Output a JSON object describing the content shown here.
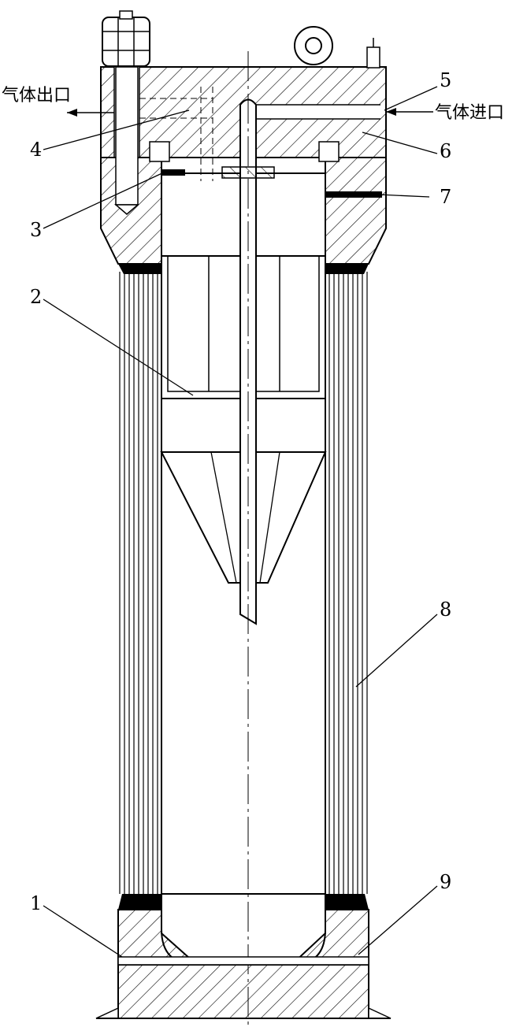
{
  "diagram": {
    "gas_outlet": "气体出口",
    "gas_inlet": "气体进口",
    "part_labels": [
      "1",
      "2",
      "3",
      "4",
      "5",
      "6",
      "7",
      "8",
      "9"
    ]
  }
}
